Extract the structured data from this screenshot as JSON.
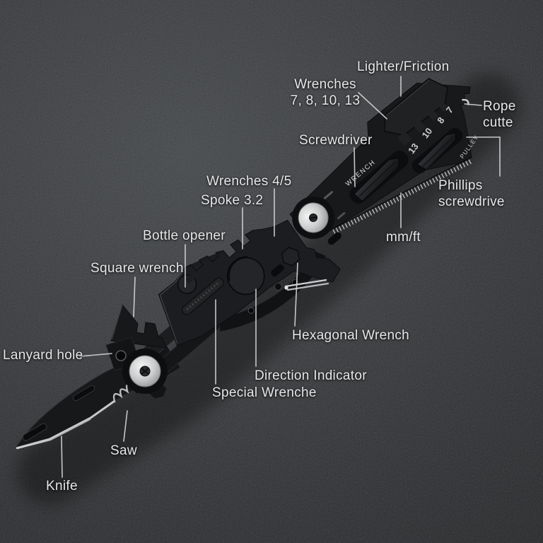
{
  "figure": {
    "type": "annotated-product-photo",
    "subject": "Black multi-function pocket tool (folding knife multitool) lying diagonally on a dark textured surface with white callout labels",
    "background_color": "#2c2e31",
    "tool_color": "#17191b",
    "label_color": "#e7e8e9",
    "leader_line_color": "#d4d5d6",
    "pivot_screw_color": "#d6d7d8"
  },
  "labels": [
    {
      "id": "lighter-friction",
      "text": "Lighter/Friction"
    },
    {
      "id": "wrenches-7-8-10-13",
      "text": "Wrenches\n7, 8, 10, 13"
    },
    {
      "id": "rope-cutter",
      "text": "Rope cutte"
    },
    {
      "id": "screwdriver",
      "text": "Screwdriver"
    },
    {
      "id": "phillips-screwdriver",
      "text": "Phillips screwdrive"
    },
    {
      "id": "wrenches-4-5",
      "text": "Wrenches 4/5"
    },
    {
      "id": "spoke-3-2",
      "text": "Spoke 3.2"
    },
    {
      "id": "bottle-opener",
      "text": "Bottle opener"
    },
    {
      "id": "mm-ft",
      "text": "mm/ft"
    },
    {
      "id": "square-wrench",
      "text": "Square wrench"
    },
    {
      "id": "hexagonal-wrench",
      "text": "Hexagonal Wrench"
    },
    {
      "id": "direction-indicator",
      "text": "Direction Indicator"
    },
    {
      "id": "special-wrench",
      "text": "Special Wrenche"
    },
    {
      "id": "lanyard-hole",
      "text": "Lanyard hole"
    },
    {
      "id": "saw",
      "text": "Saw"
    },
    {
      "id": "knife",
      "text": "Knife"
    }
  ],
  "tool_markings": {
    "wrench_engraving": "WRENCH",
    "pulley_engraving": "PULLEY",
    "wrench_sizes": [
      "13",
      "10",
      "8",
      "7"
    ]
  }
}
